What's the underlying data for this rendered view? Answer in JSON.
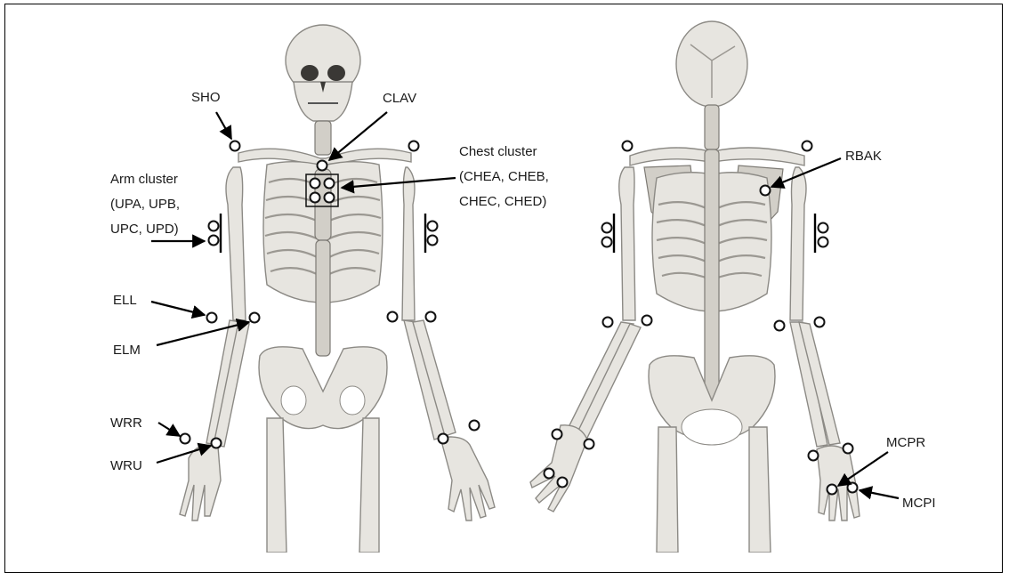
{
  "labels": {
    "sho": "SHO",
    "clav": "CLAV",
    "chest_cluster": [
      "Chest cluster",
      "(CHEA, CHEB,",
      "CHEC, CHED)"
    ],
    "arm_cluster": [
      "Arm cluster",
      "(UPA, UPB,",
      "UPC, UPD)"
    ],
    "ell": "ELL",
    "elm": "ELM",
    "wrr": "WRR",
    "wru": "WRU",
    "rbak": "RBAK",
    "mcpr": "MCPR",
    "mcpi": "MCPI"
  },
  "views": [
    "front",
    "back"
  ],
  "colors": {
    "bone": "#e7e5e0",
    "bone_outline": "#8c8a85",
    "marker_stroke": "#111111",
    "arrow": "#000000"
  }
}
